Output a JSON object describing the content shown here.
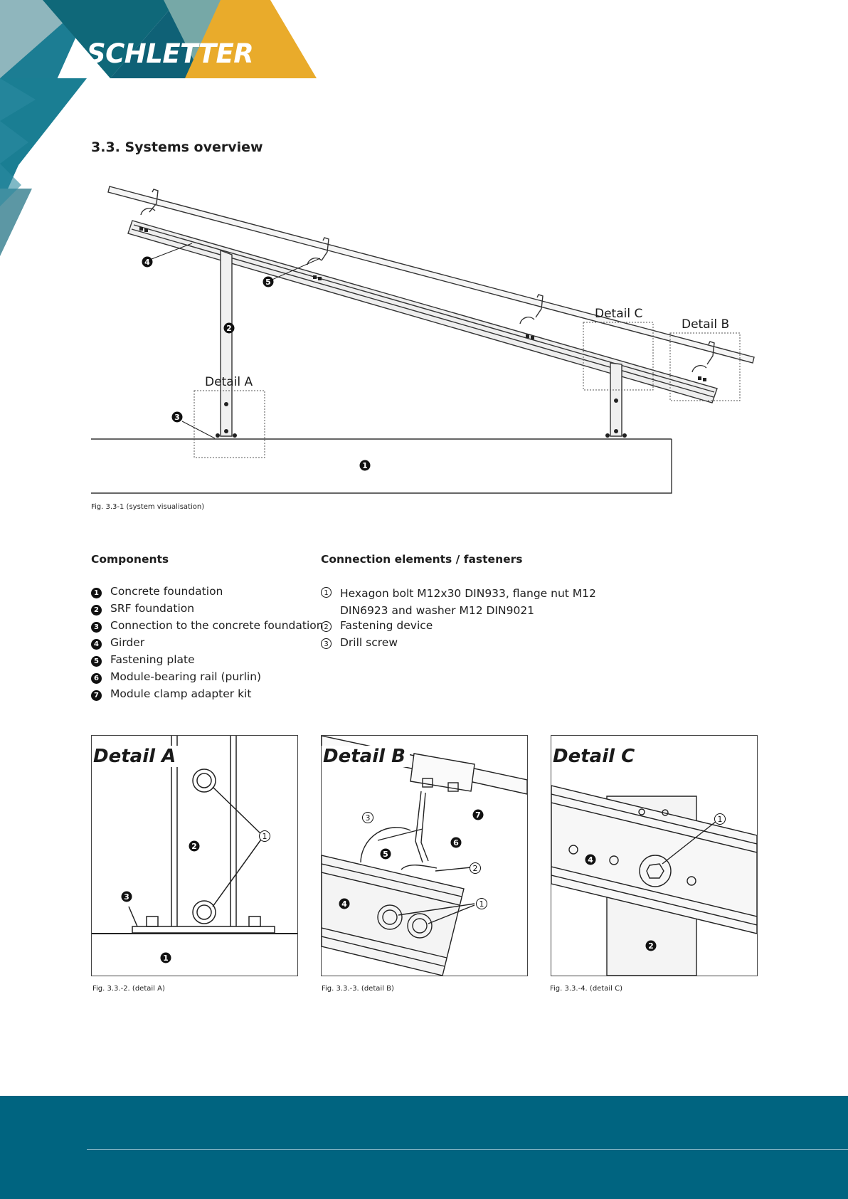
{
  "brand": {
    "name": "SCHLETTER"
  },
  "section_title": "3.3. Systems overview",
  "figure_main": {
    "caption": "Fig. 3.3-1 (system visualisation)",
    "labels": {
      "detail_a": "Detail A",
      "detail_b": "Detail B",
      "detail_c": "Detail C"
    }
  },
  "components": {
    "heading": "Components",
    "items": [
      {
        "marker": "1",
        "text": "Concrete foundation"
      },
      {
        "marker": "2",
        "text": "SRF foundation"
      },
      {
        "marker": "3",
        "text": "Connection to the concrete foundation"
      },
      {
        "marker": "4",
        "text": "Girder"
      },
      {
        "marker": "5",
        "text": "Fastening plate"
      },
      {
        "marker": "6",
        "text": "Module-bearing rail (purlin)"
      },
      {
        "marker": "7",
        "text": "Module clamp adapter kit"
      }
    ]
  },
  "fasteners": {
    "heading": "Connection elements / fasteners",
    "items": [
      {
        "marker": "1",
        "text": "Hexagon bolt M12x30 DIN933, flange nut M12 DIN6923 and washer M12 DIN9021"
      },
      {
        "marker": "2",
        "text": "Fastening device"
      },
      {
        "marker": "3",
        "text": "Drill screw"
      }
    ]
  },
  "details": [
    {
      "title": "Detail A",
      "caption": "Fig. 3.3.-2. (detail A)"
    },
    {
      "title": "Detail B",
      "caption": "Fig. 3.3.-3. (detail B)"
    },
    {
      "title": "Detail C",
      "caption": "Fig. 3.3.-4. (detail C)"
    }
  ],
  "colors": {
    "teal_dark": "#006480",
    "gold": "#e9ab2b",
    "footer": "#006480"
  }
}
